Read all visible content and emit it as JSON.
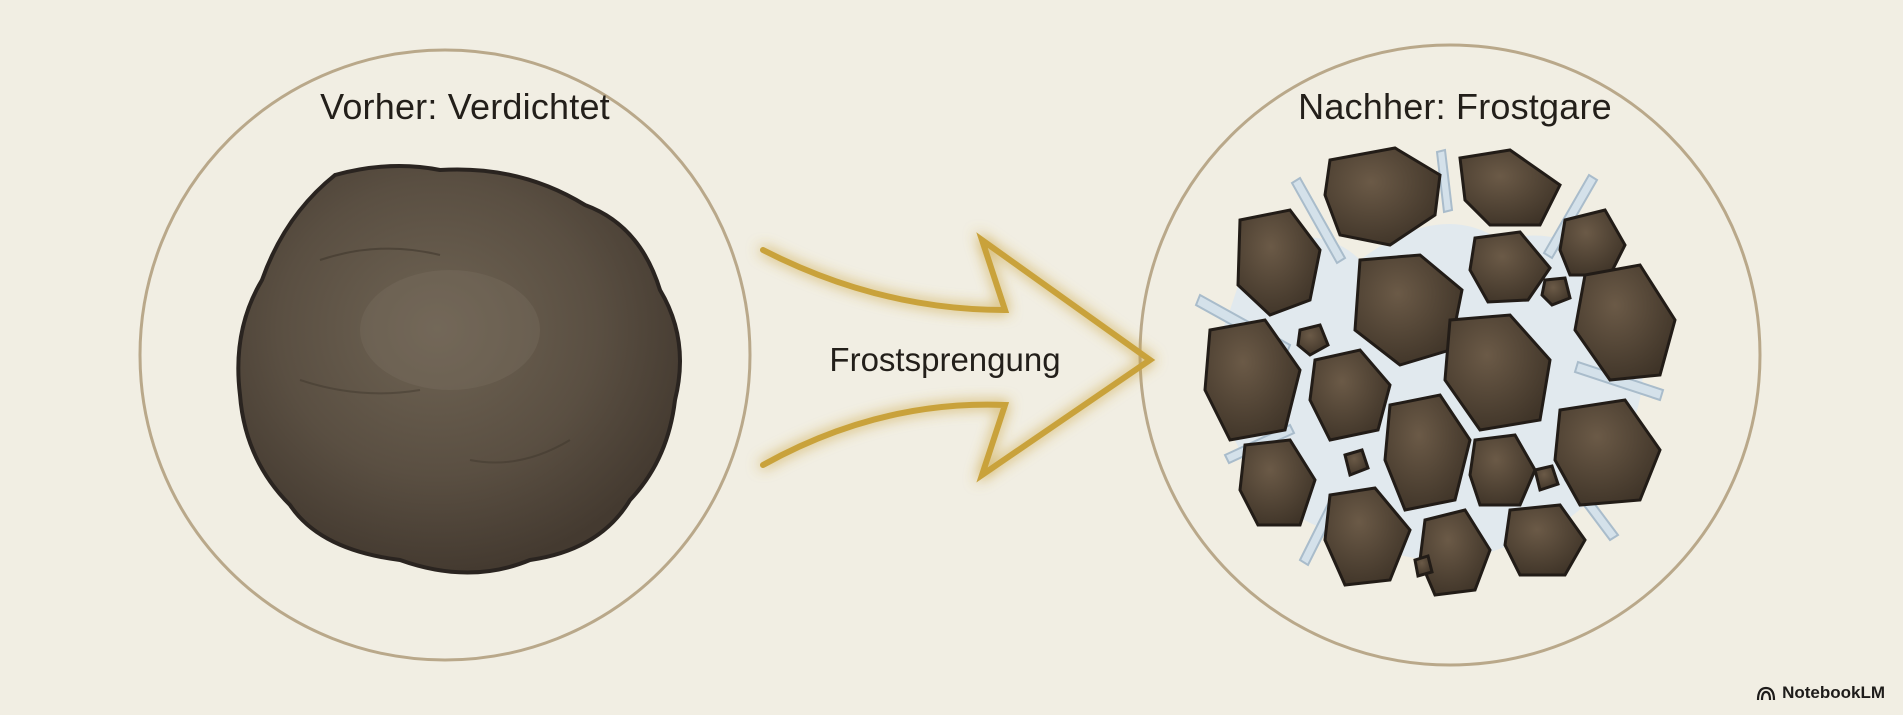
{
  "diagram": {
    "type": "before-after-comparison",
    "before": {
      "title": "Vorher: Verdichtet",
      "illustration": "compacted-soil-clod"
    },
    "process": {
      "label": "Frostsprengung",
      "icon": "arrow-right-icon"
    },
    "after": {
      "title": "Nachher: Frostgare",
      "illustration": "crumbled-soil-aggregates-with-ice-crystals"
    }
  },
  "colors": {
    "background": "#f1eee3",
    "circle_stroke": "#b9a88a",
    "arrow_gold": "#c9a23a",
    "soil_dark": "#4b3f33",
    "soil_outline": "#2a2420",
    "ice": "#d4e1ea",
    "text": "#231f1a"
  },
  "brand": {
    "label": "NotebookLM",
    "icon": "notebooklm-logo-icon"
  }
}
